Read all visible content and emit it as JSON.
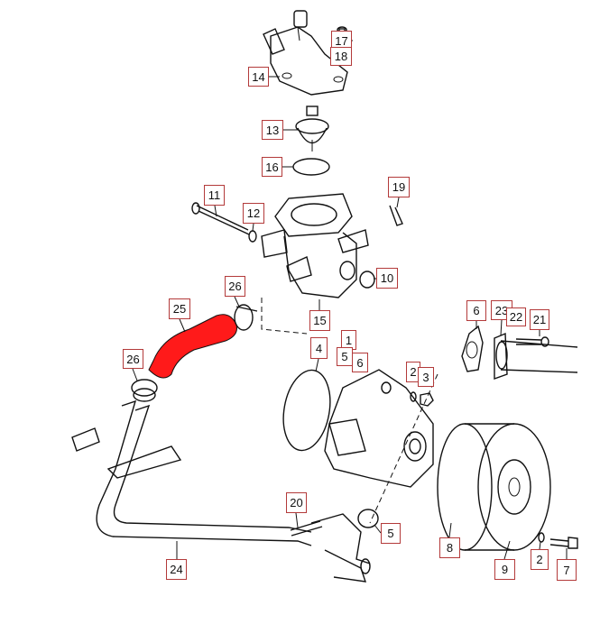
{
  "diagram": {
    "highlight_color": "#ff1a1a",
    "label_border_color": "#b33a3a",
    "callouts": [
      "17",
      "18",
      "14",
      "13",
      "16",
      "11",
      "12",
      "19",
      "10",
      "26",
      "25",
      "15",
      "1",
      "4",
      "5",
      "6",
      "6",
      "23",
      "22",
      "21",
      "2",
      "3",
      "26",
      "20",
      "5",
      "24",
      "8",
      "9",
      "2",
      "7"
    ]
  }
}
